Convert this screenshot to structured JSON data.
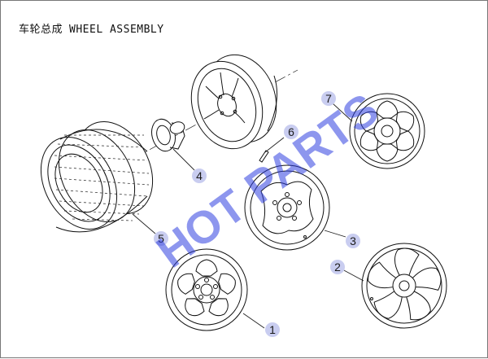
{
  "header": {
    "title_cn": "车轮总成",
    "title_en": "WHEEL ASSEMBLY"
  },
  "callouts": [
    {
      "id": "1",
      "label": "1",
      "part": "steel-wheel-5-window"
    },
    {
      "id": "2",
      "label": "2",
      "part": "alloy-wheel-5-spoke"
    },
    {
      "id": "3",
      "label": "3",
      "part": "steel-wheel-wave"
    },
    {
      "id": "4",
      "label": "4",
      "part": "wheel-hub-cap"
    },
    {
      "id": "5",
      "label": "5",
      "part": "tire"
    },
    {
      "id": "6",
      "label": "6",
      "part": "valve-stem"
    },
    {
      "id": "7",
      "label": "7",
      "part": "steel-wheel-6-window"
    }
  ],
  "watermark": {
    "text": "HOT PARTS",
    "color": "#2f3fe0"
  },
  "colors": {
    "callout_fill": "#c9cdf0",
    "line": "#111111"
  }
}
